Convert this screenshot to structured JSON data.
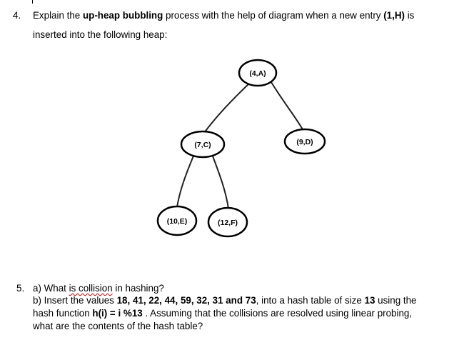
{
  "q4": {
    "number": "4.",
    "line1_a": "Explain the ",
    "line1_b": "up-heap bubbling",
    "line1_c": " process with the help of diagram when a new entry ",
    "line1_d": "(1,H)",
    "line1_e": " is",
    "line2": "inserted into the following heap:"
  },
  "heap": {
    "nodes": [
      {
        "id": "root",
        "label": "(4,A)"
      },
      {
        "id": "left",
        "label": "(7,C)"
      },
      {
        "id": "right",
        "label": "(9,D)"
      },
      {
        "id": "leftleft",
        "label": "(10,E)"
      },
      {
        "id": "leftright",
        "label": "(12,F)"
      }
    ]
  },
  "q5": {
    "number": "5.",
    "a_prefix": "a) What ",
    "a_squiggle": "is collision",
    "a_suffix": " in hashing?",
    "b_1": "b) Insert the  values ",
    "b_values": "18, 41, 22, 44, 59, 32, 31 and 73",
    "b_2": ", into a hash table of size ",
    "b_size": "13",
    "b_3": " using the",
    "c_1": "hash function  ",
    "c_func": "h(i) = i %13",
    "c_2": " . Assuming that the collisions are resolved using linear probing,",
    "d": "what are the contents of the hash table?"
  }
}
